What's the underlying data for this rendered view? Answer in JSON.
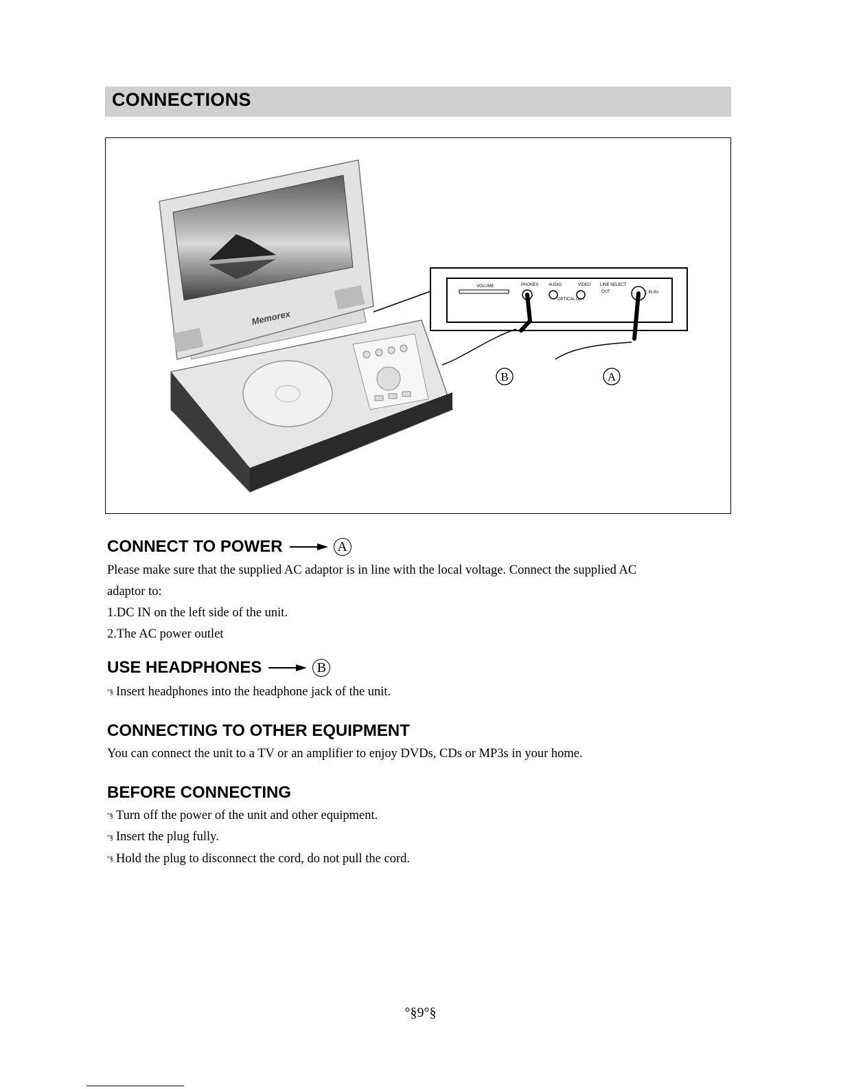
{
  "title": "CONNECTIONS",
  "figure": {
    "brand": "Memorex",
    "panel_labels": {
      "volume": "VOLUME",
      "phones": "PHONES",
      "audio": "AUDIO",
      "video": "VIDEO",
      "line_select": "LINE SELECT",
      "out": "OUT",
      "optical_out": "OPTICAL OUT",
      "dc_in": "DC IN 9V"
    },
    "callout_b": "B",
    "callout_a": "A"
  },
  "sections": [
    {
      "heading": "CONNECT TO POWER",
      "marker": "A",
      "lines": [
        "Please make sure that the supplied AC adaptor is in line with the local voltage. Connect the supplied AC",
        "adaptor to:",
        "1.DC IN on the left side of the unit.",
        "2.The AC power outlet"
      ]
    },
    {
      "heading": "USE HEADPHONES",
      "marker": "B",
      "bullet": "°§",
      "lines": [
        "Insert headphones into the headphone jack of the unit."
      ]
    },
    {
      "heading": "CONNECTING TO OTHER EQUIPMENT",
      "lines": [
        "You can connect the unit to a TV or an amplifier to enjoy DVDs, CDs or MP3s in your home."
      ]
    },
    {
      "heading": "BEFORE CONNECTING",
      "bullet": "°§",
      "lines": [
        "Turn off the power of the unit and other equipment.",
        "Insert the plug fully.",
        "Hold the plug to disconnect the cord, do not pull the cord."
      ]
    }
  ],
  "page_number": "°§9°§"
}
